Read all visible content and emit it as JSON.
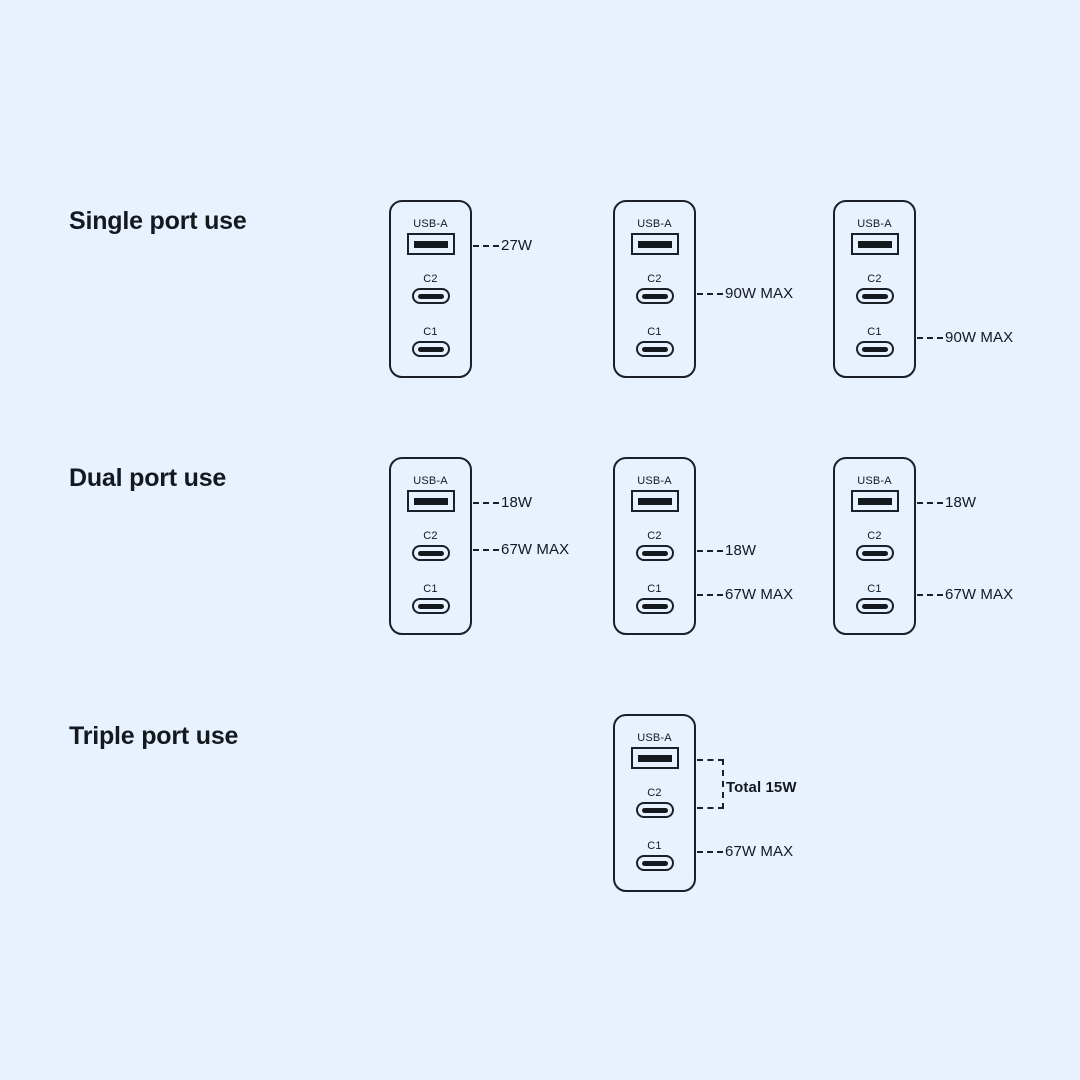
{
  "background_color": "#e8f1fe",
  "line_color": "#1b1f27",
  "text_color": "#14181f",
  "port_labels": {
    "usb_a": "USB-A",
    "c2": "C2",
    "c1": "C1"
  },
  "sections": [
    {
      "id": "single-port-use",
      "title": "Single port use",
      "devices": [
        {
          "id": "single-1",
          "annotations": [
            {
              "port": "usb-a",
              "text": "27W"
            }
          ]
        },
        {
          "id": "single-2",
          "annotations": [
            {
              "port": "c2",
              "text": "90W MAX"
            }
          ]
        },
        {
          "id": "single-3",
          "annotations": [
            {
              "port": "c1",
              "text": "90W MAX"
            }
          ]
        }
      ]
    },
    {
      "id": "dual-port-use",
      "title": "Dual port use",
      "devices": [
        {
          "id": "dual-1",
          "annotations": [
            {
              "port": "usb-a",
              "text": "18W"
            },
            {
              "port": "c2",
              "text": "67W MAX"
            }
          ]
        },
        {
          "id": "dual-2",
          "annotations": [
            {
              "port": "c2",
              "text": "18W"
            },
            {
              "port": "c1",
              "text": "67W MAX"
            }
          ]
        },
        {
          "id": "dual-3",
          "annotations": [
            {
              "port": "usb-a",
              "text": "18W"
            },
            {
              "port": "c1",
              "text": "67W MAX"
            }
          ]
        }
      ]
    },
    {
      "id": "triple-port-use",
      "title": "Triple port use",
      "devices": [
        {
          "id": "triple-1",
          "annotations": [
            {
              "port": "usb-a-c2-bracket",
              "text": "Total 15W"
            },
            {
              "port": "c1",
              "text": "67W MAX"
            }
          ]
        }
      ]
    }
  ]
}
